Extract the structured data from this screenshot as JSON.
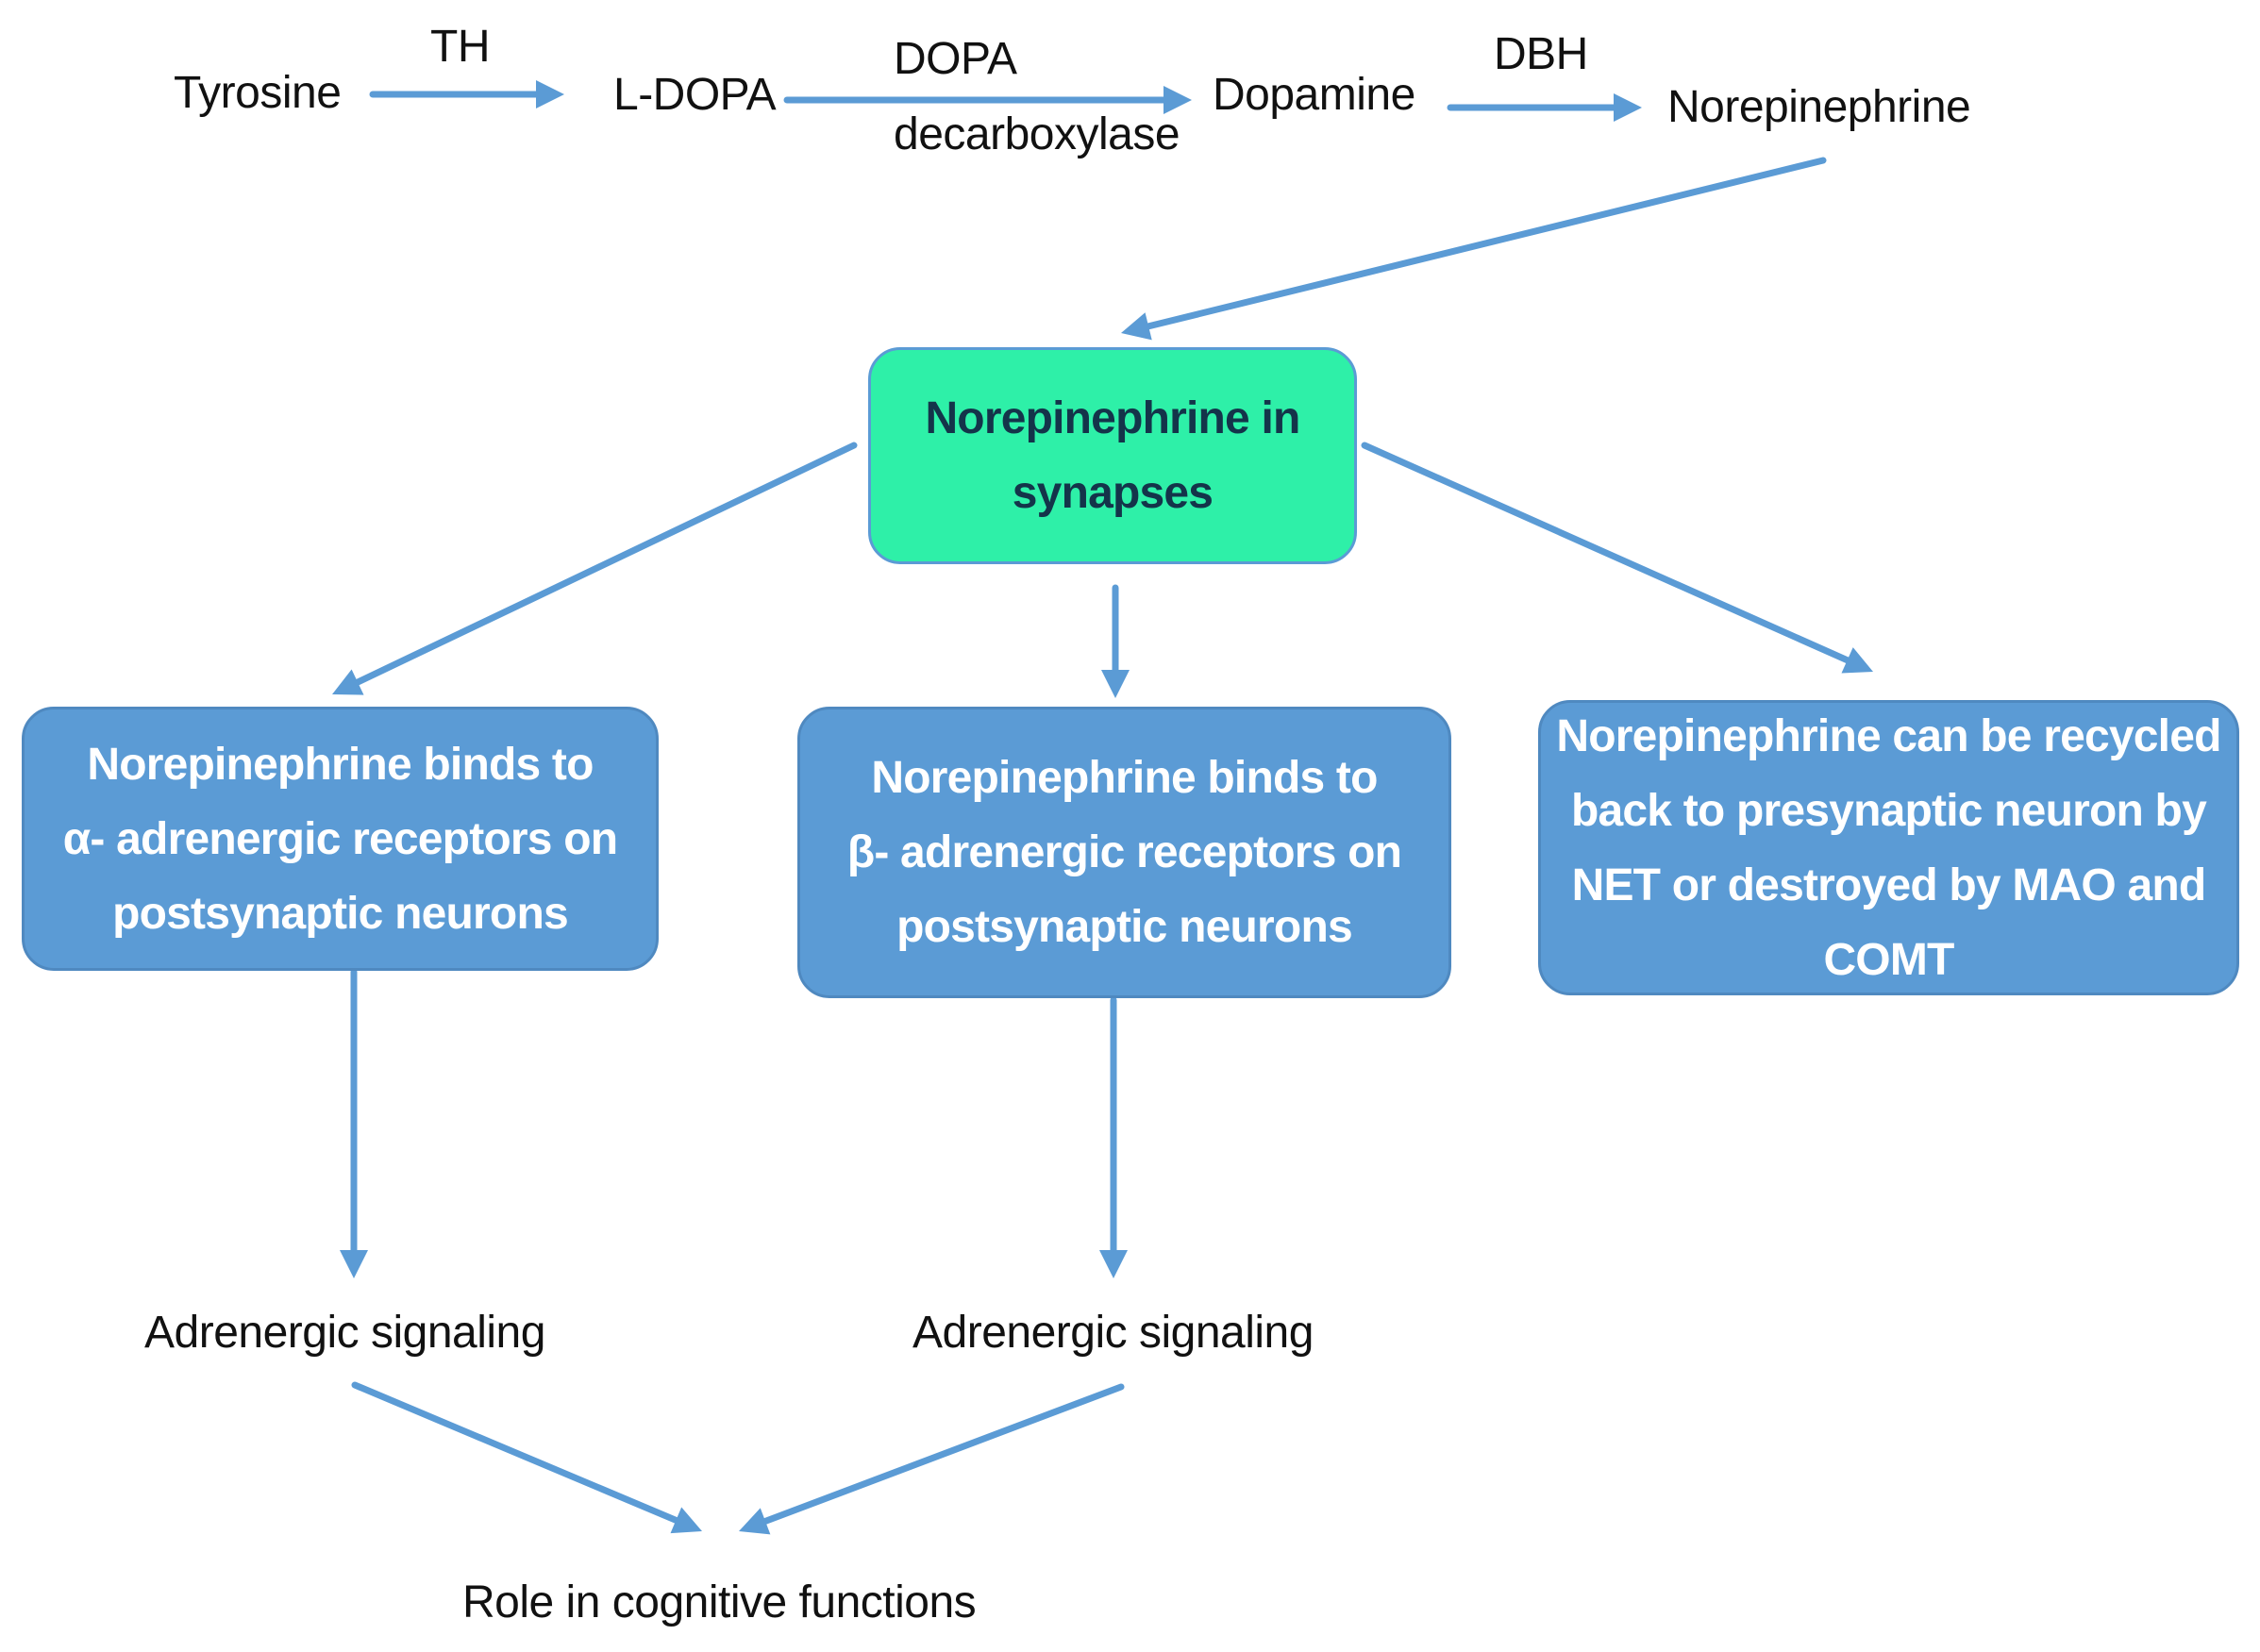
{
  "colors": {
    "arrow": "#5b9bd5",
    "box_fill": "#5b9bd5",
    "synapse_fill": "#2ef0a8",
    "text": "#111111"
  },
  "pathway": {
    "tyrosine": "Tyrosine",
    "ldopa": "L-DOPA",
    "dopamine": "Dopamine",
    "norepinephrine": "Norepinephrine",
    "enzyme_th": "TH",
    "enzyme_dopa_line1": "DOPA",
    "enzyme_dopa_line2": "decarboxylase",
    "enzyme_dbh": "DBH"
  },
  "synapse_box": {
    "text": "Norepinephrine in\nsynapses"
  },
  "receptor_boxes": {
    "alpha": "Norepinephrine binds to\nα- adrenergic receptors on\npostsynaptic neurons",
    "beta": "Norepinephrine binds to\nβ- adrenergic receptors on\npostsynaptic neurons",
    "recycle": "Norepinephrine can be recycled\nback to presynaptic neuron by\nNET or destroyed by MAO and\nCOMT"
  },
  "outcomes": {
    "signal_left": "Adrenergic signaling",
    "signal_right": "Adrenergic signaling",
    "role": "Role in cognitive functions"
  }
}
